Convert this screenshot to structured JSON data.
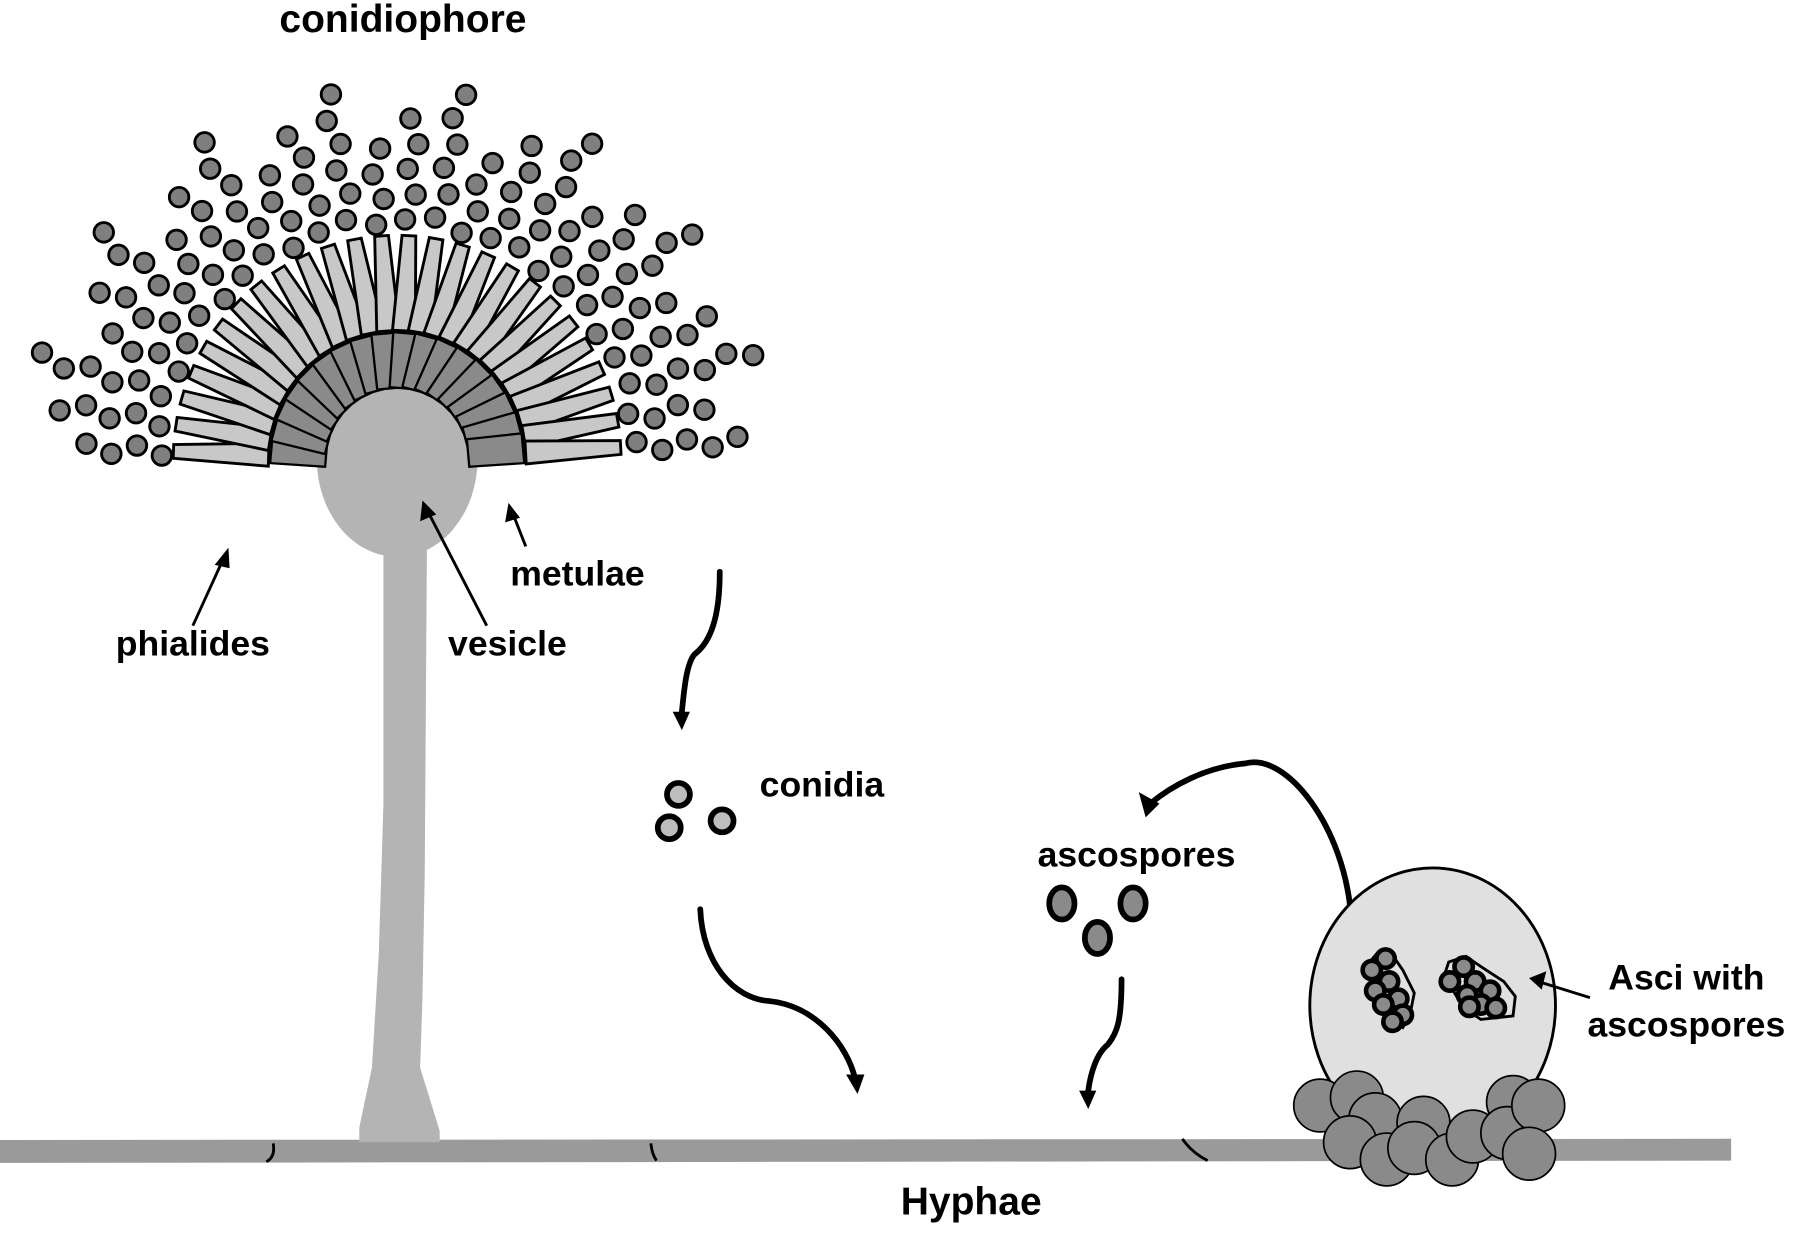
{
  "title": "conidiophore",
  "labels": {
    "phialides": "phialides",
    "vesicle": "vesicle",
    "metulae": "metulae",
    "conidia": "conidia",
    "ascospores": "ascospores",
    "asci_line1": "Asci with",
    "asci_line2": "ascospores",
    "hyphae": "Hyphae"
  },
  "colors": {
    "vesicle": "#b4b4b4",
    "stalk": "#b4b4b4",
    "metulae": "#8a8a8a",
    "phialides": "#c8c8c8",
    "conidia_chain": "#7f7f7f",
    "free_conidia": "#bdbdbd",
    "ascospore": "#8a8a8a",
    "cleistothecium": "#e0e0e0",
    "hulle_cells": "#8a8a8a",
    "hyphae": "#9a9a9a",
    "outline": "#000000"
  }
}
